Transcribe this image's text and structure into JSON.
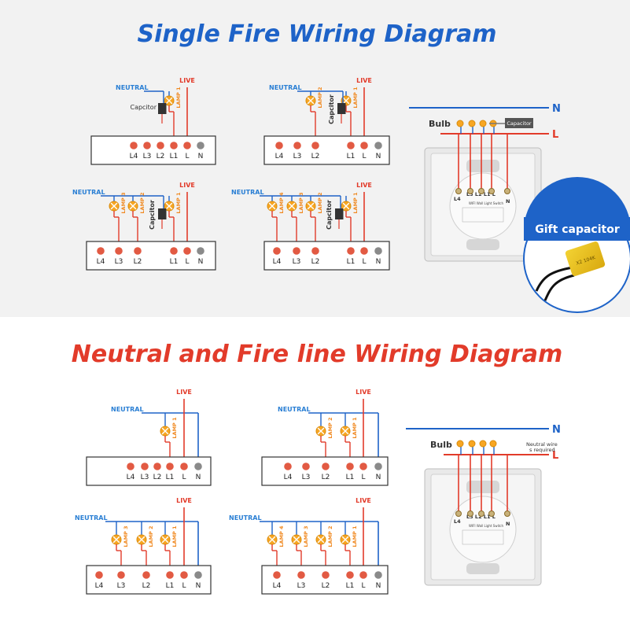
{
  "top_title": "Single Fire Wiring Diagram",
  "bottom_title": "Neutral and Fire line Wiring Diagram",
  "labels": {
    "neutral": "NEUTRAL",
    "live": "LIVE",
    "capacitor": "Capcitor",
    "lamp1": "LAMP 1",
    "lamp2": "LAMP 2",
    "lamp3": "LAMP 3",
    "lamp4": "LAMP 4"
  },
  "terminals": {
    "l4": "L4",
    "l3": "L3",
    "l2": "L2",
    "l1": "L1",
    "l": "L",
    "n": "N"
  },
  "photo": {
    "bulb": "Bulb",
    "n": "N",
    "l": "L",
    "capacitor": "Capacitor",
    "neutral_note_1": "Neutral wire",
    "neutral_note_2": "s required",
    "panel_terms": "L3  L2  L1  L",
    "panel_l4": "L4",
    "panel_n": "N",
    "product": "WIFI Wall Light Switch"
  },
  "gift_label": "Gift capacitor",
  "colors": {
    "blue": "#1e63c8",
    "red": "#e23b2a",
    "orange": "#f0881f",
    "neutral_text": "#2a7fd4",
    "lamp_fill": "#f7a623",
    "terminal_red": "#e25a43",
    "terminal_gray": "#8a8a8a",
    "top_bg": "#f2f2f2"
  }
}
